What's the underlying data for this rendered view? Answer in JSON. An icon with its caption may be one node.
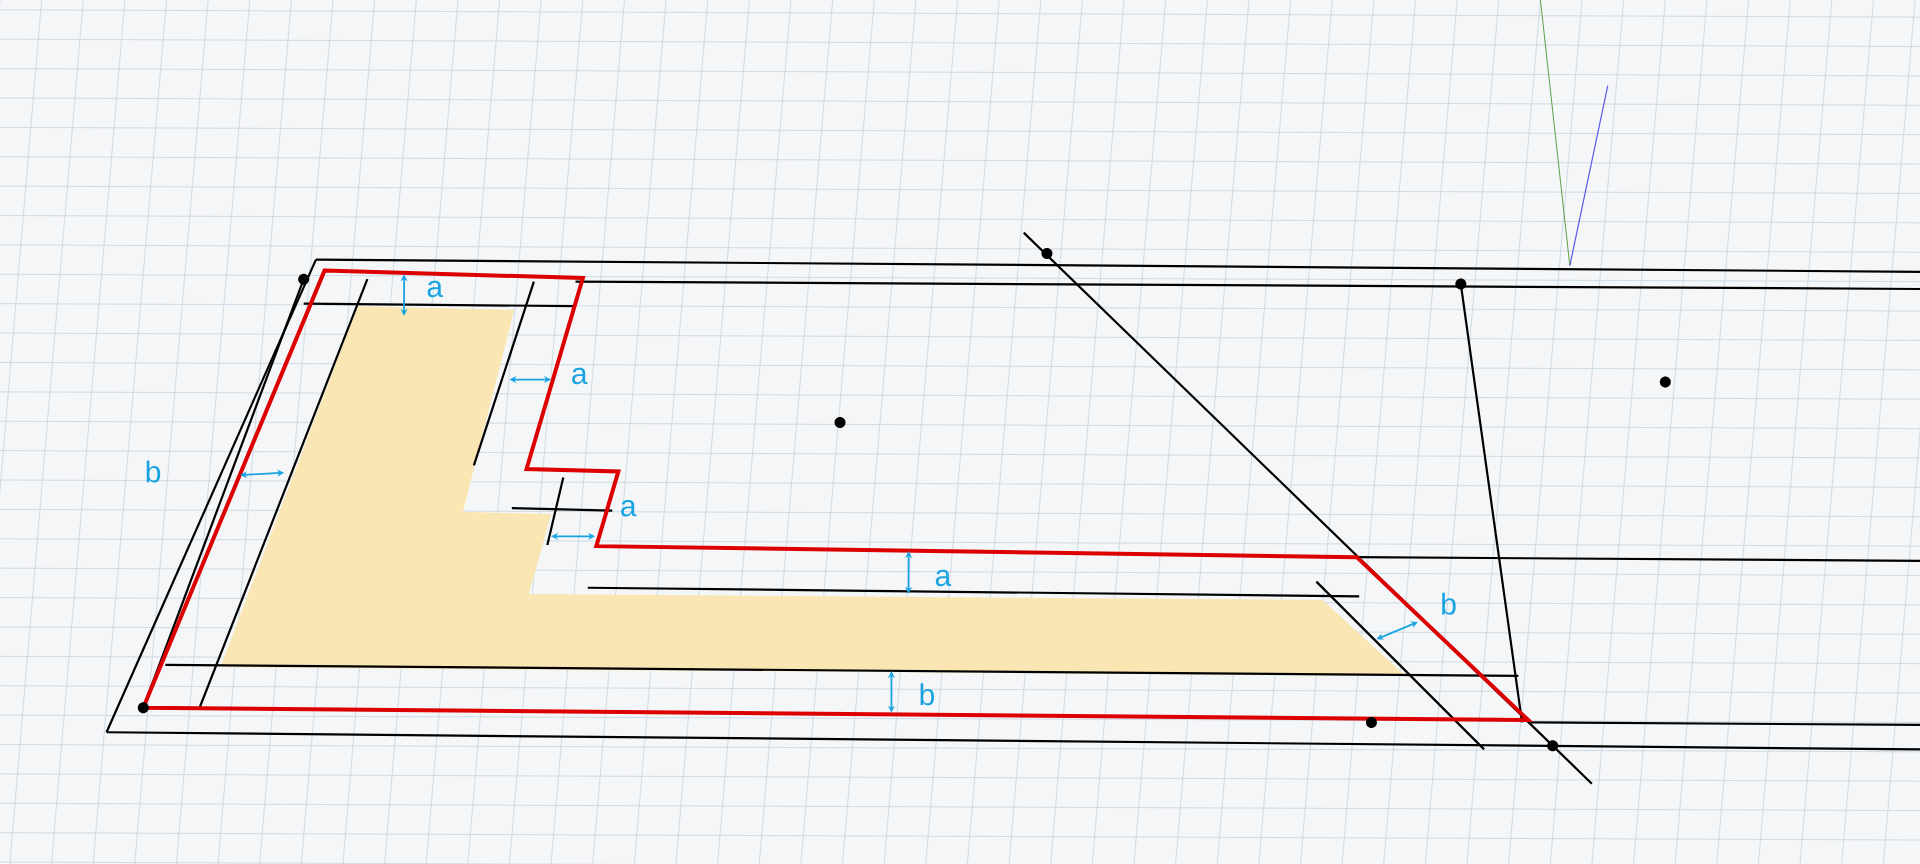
{
  "diagram": {
    "labels": [
      "a",
      "a",
      "b",
      "a",
      "a",
      "b",
      "b"
    ]
  }
}
